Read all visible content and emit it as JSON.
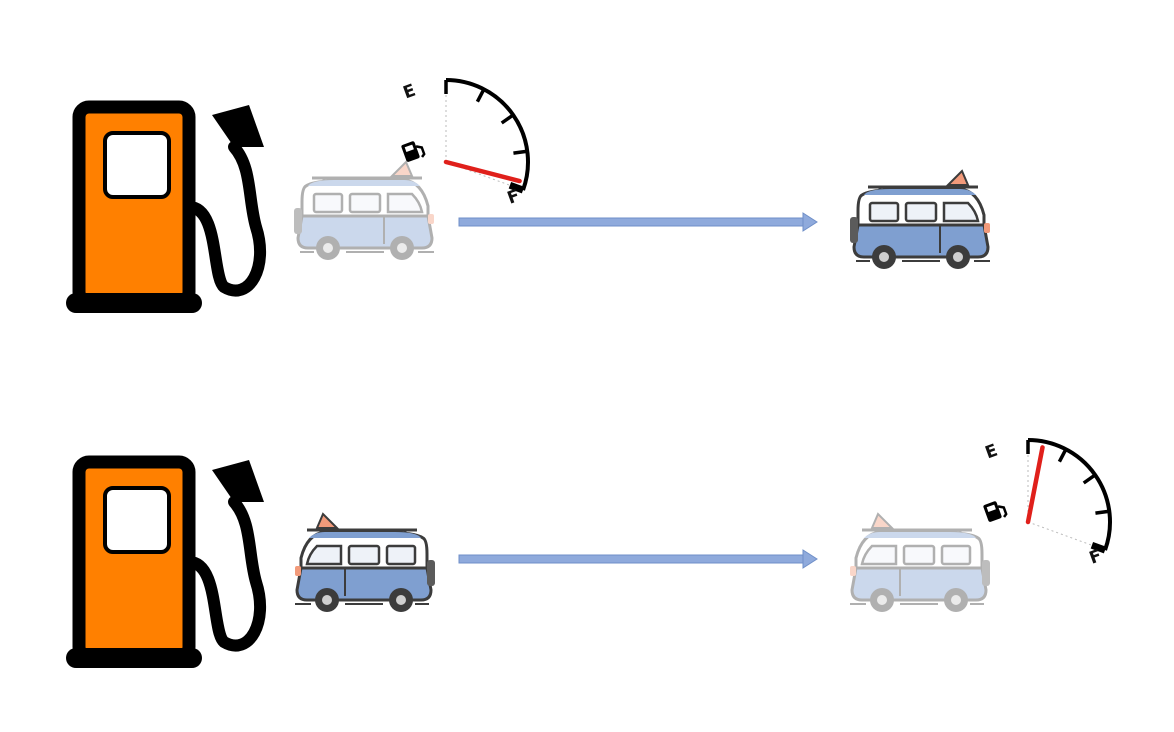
{
  "colors": {
    "pump_body": "#ff8000",
    "outline": "#000000",
    "arrow": "#8faadc",
    "arrow_stroke": "#6f8fc8",
    "van_blue": "#7f9fd0",
    "van_white": "#ffffff",
    "van_dark": "#3c3c3c",
    "board": "#f29a7a",
    "needle": "#e0201b"
  },
  "gauge": {
    "empty_label": "E",
    "full_label": "F",
    "icon": "fuel-pump-icon"
  },
  "rows": [
    {
      "id": "top",
      "start_van": {
        "faded": true,
        "facing": "right"
      },
      "end_van": {
        "faded": false,
        "facing": "right"
      },
      "gauge_at": "start",
      "fuel_level": 0.95
    },
    {
      "id": "bottom",
      "start_van": {
        "faded": false,
        "facing": "left"
      },
      "end_van": {
        "faded": true,
        "facing": "left"
      },
      "gauge_at": "end",
      "fuel_level": 0.1
    }
  ]
}
